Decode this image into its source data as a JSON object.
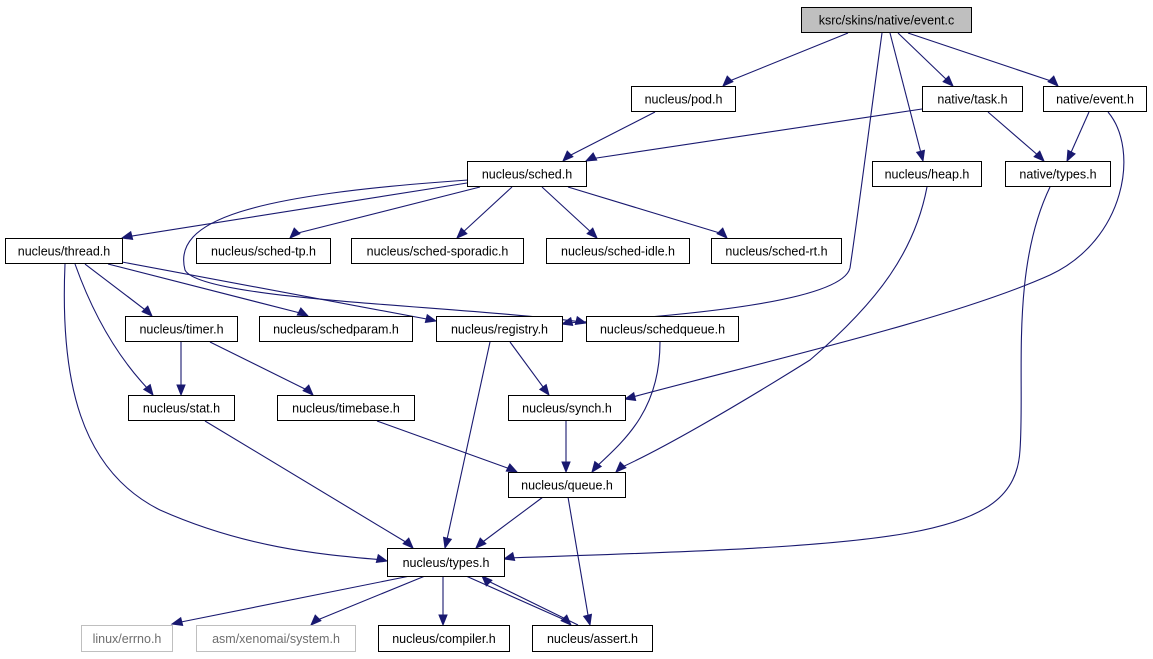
{
  "colors": {
    "edge": "#191970",
    "node_border": "#000000",
    "node_fill": "#ffffff",
    "root_fill": "#bfbfbf",
    "external_border": "#bfbfbf",
    "external_text": "#6e6e6e"
  },
  "nodes": [
    {
      "id": "event_c",
      "label": "ksrc/skins/native/event.c",
      "style": "root"
    },
    {
      "id": "pod_h",
      "label": "nucleus/pod.h",
      "style": "normal"
    },
    {
      "id": "task_h",
      "label": "native/task.h",
      "style": "normal"
    },
    {
      "id": "native_event_h",
      "label": "native/event.h",
      "style": "normal"
    },
    {
      "id": "sched_h",
      "label": "nucleus/sched.h",
      "style": "normal"
    },
    {
      "id": "heap_h",
      "label": "nucleus/heap.h",
      "style": "normal"
    },
    {
      "id": "native_types_h",
      "label": "native/types.h",
      "style": "normal"
    },
    {
      "id": "thread_h",
      "label": "nucleus/thread.h",
      "style": "normal"
    },
    {
      "id": "sched_tp_h",
      "label": "nucleus/sched-tp.h",
      "style": "normal"
    },
    {
      "id": "sched_sporadic_h",
      "label": "nucleus/sched-sporadic.h",
      "style": "normal"
    },
    {
      "id": "sched_idle_h",
      "label": "nucleus/sched-idle.h",
      "style": "normal"
    },
    {
      "id": "sched_rt_h",
      "label": "nucleus/sched-rt.h",
      "style": "normal"
    },
    {
      "id": "timer_h",
      "label": "nucleus/timer.h",
      "style": "normal"
    },
    {
      "id": "schedparam_h",
      "label": "nucleus/schedparam.h",
      "style": "normal"
    },
    {
      "id": "registry_h",
      "label": "nucleus/registry.h",
      "style": "normal"
    },
    {
      "id": "schedqueue_h",
      "label": "nucleus/schedqueue.h",
      "style": "normal"
    },
    {
      "id": "stat_h",
      "label": "nucleus/stat.h",
      "style": "normal"
    },
    {
      "id": "timebase_h",
      "label": "nucleus/timebase.h",
      "style": "normal"
    },
    {
      "id": "synch_h",
      "label": "nucleus/synch.h",
      "style": "normal"
    },
    {
      "id": "queue_h",
      "label": "nucleus/queue.h",
      "style": "normal"
    },
    {
      "id": "types_h",
      "label": "nucleus/types.h",
      "style": "normal"
    },
    {
      "id": "errno_h",
      "label": "linux/errno.h",
      "style": "external"
    },
    {
      "id": "system_h",
      "label": "asm/xenomai/system.h",
      "style": "external"
    },
    {
      "id": "compiler_h",
      "label": "nucleus/compiler.h",
      "style": "normal"
    },
    {
      "id": "assert_h",
      "label": "nucleus/assert.h",
      "style": "normal"
    }
  ],
  "edges": [
    {
      "from": "event_c",
      "to": "pod_h"
    },
    {
      "from": "event_c",
      "to": "task_h"
    },
    {
      "from": "event_c",
      "to": "native_event_h"
    },
    {
      "from": "event_c",
      "to": "heap_h"
    },
    {
      "from": "event_c",
      "to": "registry_h"
    },
    {
      "from": "pod_h",
      "to": "sched_h"
    },
    {
      "from": "task_h",
      "to": "sched_h"
    },
    {
      "from": "task_h",
      "to": "native_types_h"
    },
    {
      "from": "native_event_h",
      "to": "native_types_h"
    },
    {
      "from": "native_event_h",
      "to": "synch_h"
    },
    {
      "from": "sched_h",
      "to": "thread_h"
    },
    {
      "from": "sched_h",
      "to": "sched_tp_h"
    },
    {
      "from": "sched_h",
      "to": "sched_sporadic_h"
    },
    {
      "from": "sched_h",
      "to": "sched_idle_h"
    },
    {
      "from": "sched_h",
      "to": "sched_rt_h"
    },
    {
      "from": "sched_h",
      "to": "schedqueue_h"
    },
    {
      "from": "heap_h",
      "to": "queue_h"
    },
    {
      "from": "native_types_h",
      "to": "types_h"
    },
    {
      "from": "thread_h",
      "to": "timer_h"
    },
    {
      "from": "thread_h",
      "to": "schedparam_h"
    },
    {
      "from": "thread_h",
      "to": "registry_h"
    },
    {
      "from": "thread_h",
      "to": "stat_h"
    },
    {
      "from": "thread_h",
      "to": "types_h"
    },
    {
      "from": "timer_h",
      "to": "stat_h"
    },
    {
      "from": "timer_h",
      "to": "timebase_h"
    },
    {
      "from": "registry_h",
      "to": "synch_h"
    },
    {
      "from": "registry_h",
      "to": "types_h"
    },
    {
      "from": "schedqueue_h",
      "to": "queue_h"
    },
    {
      "from": "stat_h",
      "to": "types_h"
    },
    {
      "from": "timebase_h",
      "to": "queue_h"
    },
    {
      "from": "synch_h",
      "to": "queue_h"
    },
    {
      "from": "queue_h",
      "to": "types_h"
    },
    {
      "from": "queue_h",
      "to": "assert_h"
    },
    {
      "from": "types_h",
      "to": "errno_h"
    },
    {
      "from": "types_h",
      "to": "system_h"
    },
    {
      "from": "types_h",
      "to": "compiler_h"
    },
    {
      "from": "types_h",
      "to": "assert_h"
    },
    {
      "from": "assert_h",
      "to": "types_h"
    }
  ]
}
